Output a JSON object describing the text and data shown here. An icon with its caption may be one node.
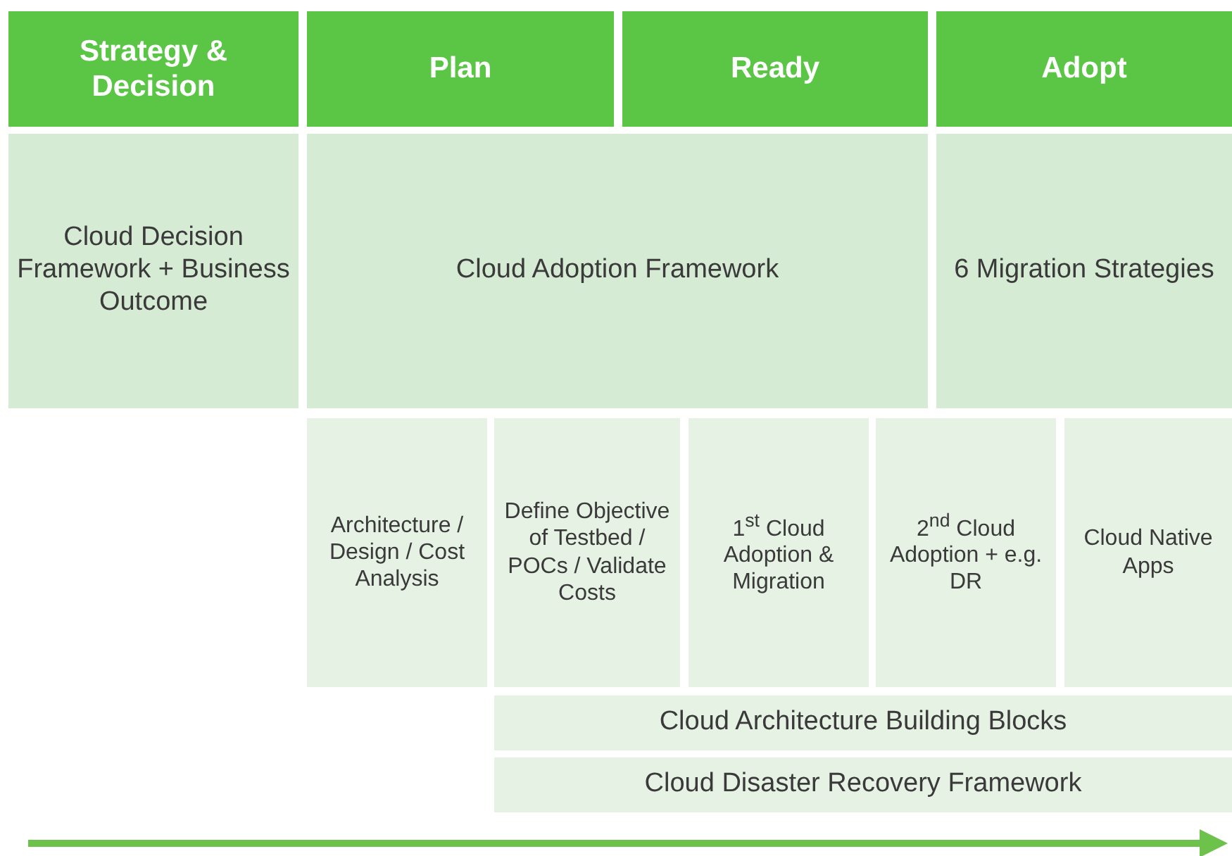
{
  "diagram": {
    "nodes": [
      {
        "text": [
          "Strategy & Decision"
        ]
      },
      {
        "text": [
          "Plan"
        ]
      },
      {
        "text": [
          "Ready"
        ]
      },
      {
        "text": [
          "Adopt"
        ]
      },
      {
        "text": [
          "Cloud Decision Framework + Business Outcome"
        ]
      },
      {
        "text": [
          "Cloud Adoption Framework"
        ]
      },
      {
        "text": [
          "6 Migration Strategies"
        ]
      },
      {
        "text": [
          "Architecture / Design / Cost Analysis"
        ]
      },
      {
        "text": [
          "Define Objective of Testbed / POCs / Validate Costs"
        ]
      },
      {
        "text": [
          "1$^{st}$ Cloud Adoption & Migration"
        ]
      },
      {
        "text": [
          "2$^{nd}$ Cloud Adoption + e.g. DR"
        ]
      },
      {
        "text": [
          "Cloud Native Apps"
        ]
      },
      {
        "text": [
          "Cloud Architecture Building Blocks"
        ]
      },
      {
        "text": [
          "Cloud Disaster Recovery Framework"
        ]
      }
    ]
  }
}
